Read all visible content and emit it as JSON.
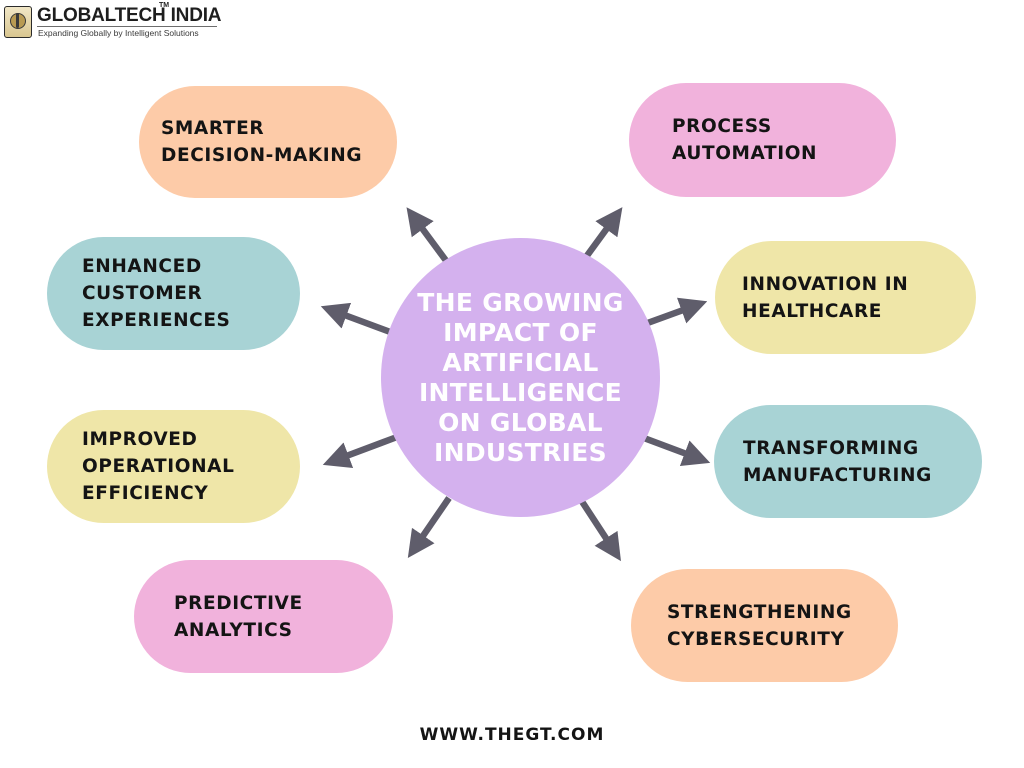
{
  "brand": {
    "name": "GLOBALTECH INDIA",
    "trademark": "TM",
    "tagline": "Expanding Globally by Intelligent Solutions"
  },
  "center": {
    "lines": [
      "THE GROWING",
      "IMPACT OF",
      "ARTIFICIAL",
      "INTELLIGENCE",
      "ON GLOBAL",
      "INDUSTRIES"
    ]
  },
  "nodes": {
    "smarter_decision_making": [
      "SMARTER",
      "DECISION-MAKING"
    ],
    "process_automation": [
      "PROCESS",
      "AUTOMATION"
    ],
    "enhanced_customer_experiences": [
      "ENHANCED",
      "CUSTOMER",
      "EXPERIENCES"
    ],
    "innovation_in_healthcare": [
      "INNOVATION IN",
      "HEALTHCARE"
    ],
    "improved_operational_efficiency": [
      "IMPROVED",
      "OPERATIONAL",
      "EFFICIENCY"
    ],
    "transforming_manufacturing": [
      "TRANSFORMING",
      "MANUFACTURING"
    ],
    "predictive_analytics": [
      "PREDICTIVE",
      "ANALYTICS"
    ],
    "strengthening_cybersecurity": [
      "STRENGTHENING",
      "CYBERSECURITY"
    ]
  },
  "colors": {
    "peach": "#fdcba8",
    "pink": "#f1b2dc",
    "teal": "#a8d3d5",
    "yellow": "#efe6a8",
    "center": "#d4b1ee",
    "arrow": "#5f5d6b"
  },
  "footer": {
    "url": "WWW.THEGT.COM"
  }
}
